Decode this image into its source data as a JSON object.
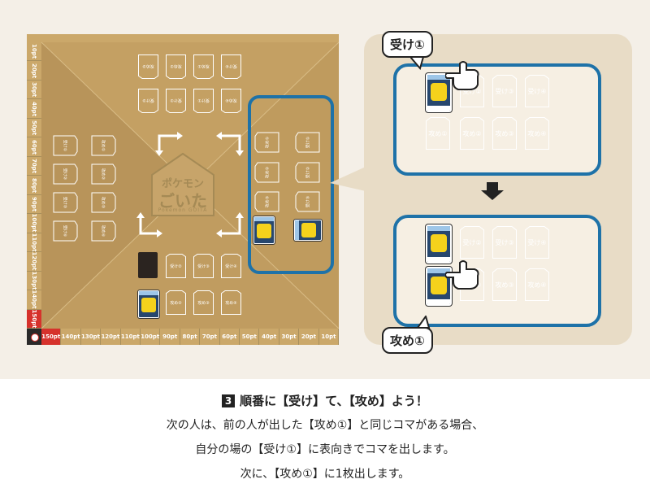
{
  "board": {
    "score_left": [
      "10pt",
      "20pt",
      "30pt",
      "40pt",
      "50pt",
      "60pt",
      "70pt",
      "80pt",
      "90pt",
      "100pt",
      "110pt",
      "120pt",
      "130pt",
      "140pt",
      "150pt"
    ],
    "score_bottom": [
      "150pt",
      "140pt",
      "130pt",
      "120pt",
      "110pt",
      "100pt",
      "90pt",
      "80pt",
      "70pt",
      "60pt",
      "50pt",
      "40pt",
      "30pt",
      "20pt",
      "10pt"
    ],
    "logo": {
      "line1": "ポケモン",
      "line2": "ごいた",
      "line3": "Pokemon GOITA"
    },
    "top_slots": [
      "攻め③",
      "攻め②",
      "攻め①",
      "受け④",
      "受け③",
      "受け②",
      "受け①",
      "攻め④"
    ],
    "left_slots": [
      "受け①",
      "攻め①",
      "受け②",
      "攻め②",
      "受け③",
      "攻め③",
      "受け④",
      "攻め④"
    ],
    "right_slots": [
      "攻め①",
      "受け①",
      "攻め②",
      "受け②",
      "攻め③",
      "受け③"
    ],
    "bottom_slots": [
      "受け②",
      "受け③",
      "受け④",
      "攻め②",
      "攻め③",
      "攻め④"
    ]
  },
  "panel": {
    "callout_top": "受け①",
    "callout_bottom": "攻め①",
    "top_zoom_slots": [
      "受け②",
      "受け③",
      "受け④",
      "攻め①",
      "攻め②",
      "攻め③",
      "攻め④"
    ],
    "bottom_zoom_slots": [
      "受け②",
      "受け③",
      "受け④",
      "攻め②",
      "攻め③",
      "攻め④"
    ]
  },
  "text": {
    "step_number": "3",
    "heading": "順番に【受け】て、【攻め】よう！",
    "line1": "次の人は、前の人が出した【攻め①】と同じコマがある場合、",
    "line2": "自分の場の【受け①】に表向きでコマを出します。",
    "line3": "次に、【攻め①】に1枚出します。"
  },
  "colors": {
    "board": "#cba86a",
    "board_dark": "#b8945a",
    "frame_blue": "#1e72a8",
    "score_red": "#d6322c"
  }
}
